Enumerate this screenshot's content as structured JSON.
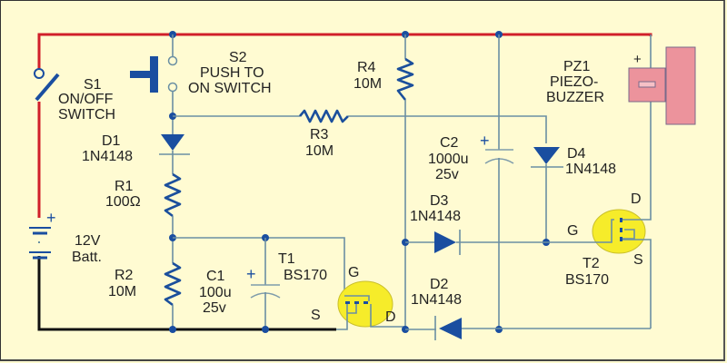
{
  "diagram": {
    "title": "",
    "type": "circuit-schematic",
    "colors": {
      "background": "#fffbd2",
      "positive_rail": "#d01f2a",
      "ground_rail": "#111111",
      "wire": "#6a8fa3",
      "component": "#1a4ea0",
      "mosfet_body": "#f6ec2a",
      "piezo": "#ec939c"
    },
    "components": {
      "s1": {
        "ref": "S1",
        "line1": "ON/OFF",
        "line2": "SWITCH"
      },
      "s2": {
        "ref": "S2",
        "line1": "PUSH TO",
        "line2": "ON SWITCH"
      },
      "d1": {
        "ref": "D1",
        "value": "1N4148"
      },
      "r1": {
        "ref": "R1",
        "value": "100Ω"
      },
      "r2": {
        "ref": "R2",
        "value": "10M"
      },
      "r3": {
        "ref": "R3",
        "value": "10M"
      },
      "r4": {
        "ref": "R4",
        "value": "10M"
      },
      "c1": {
        "ref": "C1",
        "value": "100u",
        "voltage": "25v",
        "polarity": "+"
      },
      "c2": {
        "ref": "C2",
        "value": "1000u",
        "voltage": "25v",
        "polarity": "+"
      },
      "t1": {
        "ref": "T1",
        "value": "BS170",
        "gate": "G",
        "source": "S",
        "drain": "D"
      },
      "t2": {
        "ref": "T2",
        "value": "BS170",
        "gate": "G",
        "source": "S",
        "drain": "D"
      },
      "d2": {
        "ref": "D2",
        "value": "1N4148"
      },
      "d3": {
        "ref": "D3",
        "value": "1N4148"
      },
      "d4": {
        "ref": "D4",
        "value": "1N4148"
      },
      "pz1": {
        "ref": "PZ1",
        "line1": "PIEZO-",
        "line2": "BUZZER",
        "polarity": "+"
      },
      "batt": {
        "value": "12V",
        "label": "Batt.",
        "polarity": "+"
      }
    }
  }
}
